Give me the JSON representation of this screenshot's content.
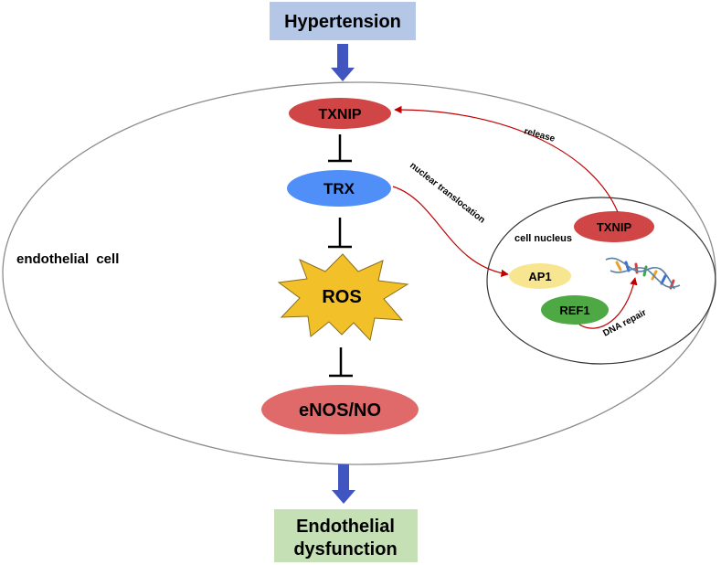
{
  "top_box": {
    "label": "Hypertension",
    "fill": "#b4c7e7"
  },
  "bottom_box": {
    "line1": "Endothelial",
    "line2": "dysfunction",
    "fill": "#c5e0b4"
  },
  "cell": {
    "label": "endothelial cell"
  },
  "nucleus": {
    "label": "cell nucleus"
  },
  "nodes": {
    "txnip": {
      "label": "TXNIP",
      "fill": "#d04545"
    },
    "trx": {
      "label": "TRX",
      "fill": "#4f8ff7"
    },
    "ros": {
      "label": "ROS",
      "fill": "#f2c029"
    },
    "enos": {
      "label": "eNOS/NO",
      "fill": "#e06a6a"
    },
    "txnip_nucleus": {
      "label": "TXNIP",
      "fill": "#d04545"
    },
    "ap1": {
      "label": "AP1",
      "fill": "#f8e58f"
    },
    "ref1": {
      "label": "REF1",
      "fill": "#4ea844"
    }
  },
  "edges": {
    "release": "release",
    "nuclear_translocation": "nuclear translocation",
    "dna_repair": "DNA repair"
  },
  "colors": {
    "arrow_blue": "#4055c0",
    "arrow_red": "#c00000"
  },
  "icons": {
    "dna": "dna-helix-icon"
  }
}
